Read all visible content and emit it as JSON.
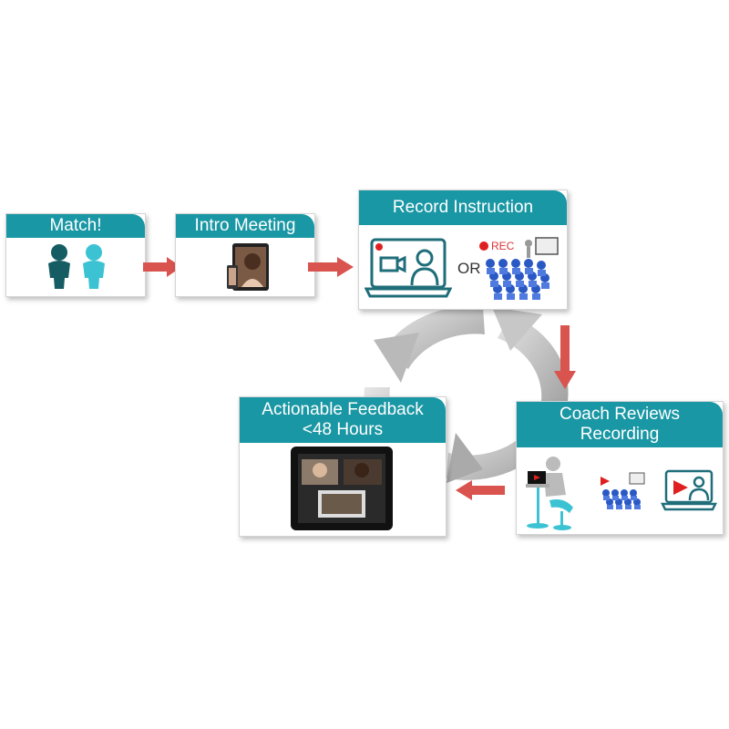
{
  "steps": {
    "match": {
      "title": "Match!"
    },
    "intro": {
      "title": "Intro Meeting"
    },
    "record": {
      "title": "Record Instruction",
      "or_label": "OR",
      "rec_label": "REC"
    },
    "review": {
      "title_line1": "Coach Reviews",
      "title_line2": "Recording"
    },
    "feedback": {
      "title_line1": "Actionable Feedback",
      "title_line2": "<48 Hours"
    }
  },
  "colors": {
    "header": "#1a97a4",
    "arrow": "#d9534f",
    "cycle": "#bdbdbd",
    "dark_person": "#155c63",
    "light_person": "#3cc3d3",
    "icon_stroke": "#1f6e7a"
  },
  "icons": [
    "two-people-icon",
    "video-call-tablet-icon",
    "laptop-video-icon",
    "classroom-audience-icon",
    "coach-at-laptop-icon",
    "tablet-feedback-icon",
    "cycle-arrows-icon"
  ]
}
